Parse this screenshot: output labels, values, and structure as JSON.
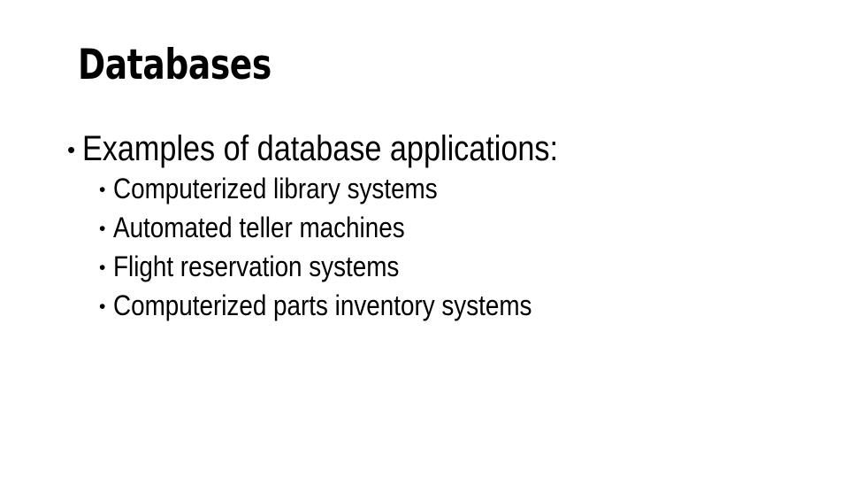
{
  "slide": {
    "background_color": "#ffffff",
    "text_color": "#000000",
    "title": "Databases",
    "bullets": [
      {
        "level": 1,
        "marker": "•",
        "text": "Examples of database applications:"
      },
      {
        "level": 2,
        "marker": "•",
        "text": "Computerized library systems"
      },
      {
        "level": 2,
        "marker": "•",
        "text": "Automated teller machines"
      },
      {
        "level": 2,
        "marker": "•",
        "text": "Flight reservation systems"
      },
      {
        "level": 2,
        "marker": "•",
        "text": "Computerized parts inventory systems"
      }
    ]
  }
}
